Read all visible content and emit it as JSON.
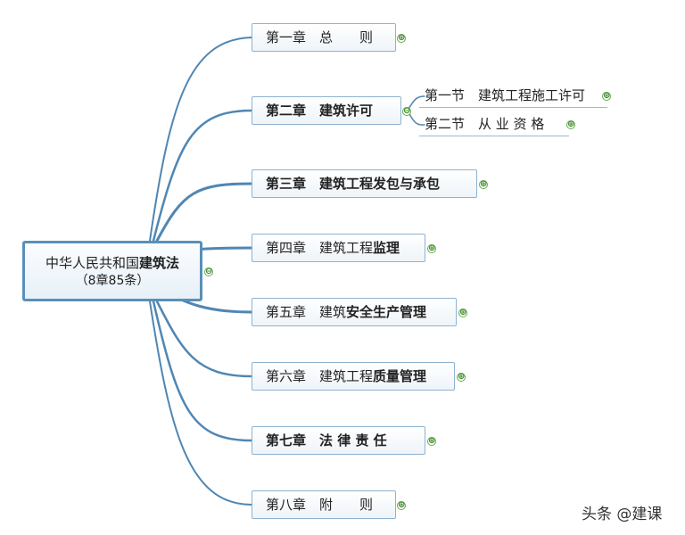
{
  "root": {
    "line1_pre": "中华人民共和国",
    "line1_bold": "建筑法",
    "line2": "（8章85条）"
  },
  "chapters": [
    {
      "pre": "第一章　总　　则",
      "bold": ""
    },
    {
      "pre": "",
      "bold": "第二章　建筑许可"
    },
    {
      "pre": "",
      "bold": "第三章　建筑工程发包与承包"
    },
    {
      "pre": "第四章　建筑工程",
      "bold": "监理"
    },
    {
      "pre": "第五章　建筑",
      "bold": "安全生产管理"
    },
    {
      "pre": "第六章　建筑工程",
      "bold": "质量管理"
    },
    {
      "pre": "",
      "bold": "第七章　法 律 责 任"
    },
    {
      "pre": "第八章　附　　则",
      "bold": ""
    }
  ],
  "sections": [
    "第一节　建筑工程施工许可",
    "第二节　从 业 资 格"
  ],
  "icons": {
    "expand": "⊕",
    "collapse": "⊖"
  },
  "watermark": "头条 @建课"
}
